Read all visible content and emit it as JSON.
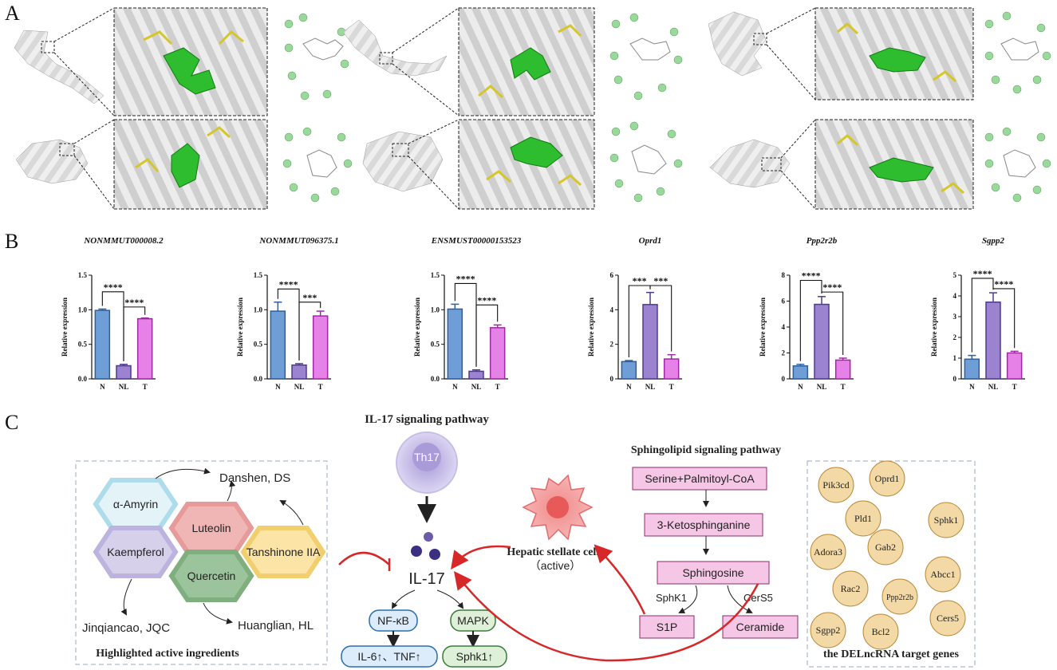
{
  "panels": {
    "a": "A",
    "b": "B",
    "c": "C"
  },
  "colors": {
    "N": "#6f9ed6",
    "NL": "#9b83cf",
    "T": "#e681e8",
    "arrow_red": "#d62828"
  },
  "chart_data": [
    {
      "type": "bar",
      "title": "NONMMUT000008.2",
      "ylabel": "Relative expression",
      "categories": [
        "N",
        "NL",
        "T"
      ],
      "values": [
        0.99,
        0.19,
        0.87
      ],
      "errors": [
        0.02,
        0.02,
        0.01
      ],
      "ylim": [
        0,
        1.5
      ],
      "yticks": [
        0.0,
        0.5,
        1.0,
        1.5
      ],
      "ytick_labels": [
        "0.0",
        "0.5",
        "1.0",
        "1.5"
      ],
      "sig": [
        {
          "from": 0,
          "to": 1,
          "label": "****",
          "level": 1.26
        },
        {
          "from": 1,
          "to": 2,
          "label": "****",
          "level": 1.04
        }
      ]
    },
    {
      "type": "bar",
      "title": "NONMMUT096375.1",
      "ylabel": "Relative expression",
      "categories": [
        "N",
        "NL",
        "T"
      ],
      "values": [
        0.98,
        0.2,
        0.91
      ],
      "errors": [
        0.13,
        0.02,
        0.07
      ],
      "ylim": [
        0,
        1.5
      ],
      "yticks": [
        0.0,
        0.5,
        1.0,
        1.5
      ],
      "ytick_labels": [
        "0.0",
        "0.5",
        "1.0",
        "1.5"
      ],
      "sig": [
        {
          "from": 0,
          "to": 1,
          "label": "****",
          "level": 1.3
        },
        {
          "from": 1,
          "to": 2,
          "label": "***",
          "level": 1.11
        }
      ]
    },
    {
      "type": "bar",
      "title": "ENSMUST00000153523",
      "ylabel": "Relative expression",
      "categories": [
        "N",
        "NL",
        "T"
      ],
      "values": [
        1.01,
        0.11,
        0.74
      ],
      "errors": [
        0.07,
        0.02,
        0.04
      ],
      "ylim": [
        0,
        1.5
      ],
      "yticks": [
        0.0,
        0.5,
        1.0,
        1.5
      ],
      "ytick_labels": [
        "0.0",
        "0.5",
        "1.0",
        "1.5"
      ],
      "sig": [
        {
          "from": 0,
          "to": 1,
          "label": "****",
          "level": 1.38
        },
        {
          "from": 1,
          "to": 2,
          "label": "****",
          "level": 1.07
        }
      ]
    },
    {
      "type": "bar",
      "title": "Oprd1",
      "ylabel": "Relative expression",
      "categories": [
        "N",
        "NL",
        "T"
      ],
      "values": [
        1.0,
        4.3,
        1.15
      ],
      "errors": [
        0.06,
        0.7,
        0.25
      ],
      "ylim": [
        0,
        6
      ],
      "yticks": [
        0,
        2,
        4,
        6
      ],
      "ytick_labels": [
        "0",
        "2",
        "4",
        "6"
      ],
      "sig": [
        {
          "from": 0,
          "to": 1,
          "label": "***",
          "level": 5.4
        },
        {
          "from": 1,
          "to": 2,
          "label": "***",
          "level": 5.4
        }
      ]
    },
    {
      "type": "bar",
      "title": "Ppp2r2b",
      "ylabel": "Relative expression",
      "categories": [
        "N",
        "NL",
        "T"
      ],
      "values": [
        1.0,
        5.75,
        1.45
      ],
      "errors": [
        0.12,
        0.6,
        0.15
      ],
      "ylim": [
        0,
        8
      ],
      "yticks": [
        0,
        2,
        4,
        6,
        8
      ],
      "ytick_labels": [
        "0",
        "2",
        "4",
        "6",
        "8"
      ],
      "sig": [
        {
          "from": 0,
          "to": 1,
          "label": "****",
          "level": 7.6
        },
        {
          "from": 1,
          "to": 2,
          "label": "****",
          "level": 6.7
        }
      ]
    },
    {
      "type": "bar",
      "title": "Sgpp2",
      "ylabel": "Relative expression",
      "categories": [
        "N",
        "NL",
        "T"
      ],
      "values": [
        0.95,
        3.7,
        1.25
      ],
      "errors": [
        0.18,
        0.45,
        0.08
      ],
      "ylim": [
        0,
        5
      ],
      "yticks": [
        0,
        1,
        2,
        3,
        4,
        5
      ],
      "ytick_labels": [
        "0",
        "1",
        "2",
        "3",
        "4",
        "5"
      ],
      "sig": [
        {
          "from": 0,
          "to": 1,
          "label": "****",
          "level": 4.85
        },
        {
          "from": 1,
          "to": 2,
          "label": "****",
          "level": 4.35
        }
      ]
    }
  ],
  "diagram": {
    "il17_title": "IL-17 signaling pathway",
    "th17": "Th17",
    "il17": "IL-17",
    "nfkb": "NF-κB",
    "mapk": "MAPK",
    "il6_tnf": "IL-6↑、TNF↑",
    "sphk1_up": "Sphk1↑",
    "hsc": "Hepatic stellate cells",
    "hsc_active": "（active）",
    "sphingo_title": "Sphingolipid signaling pathway",
    "sph_steps": [
      "Serine+Palmitoyl-CoA",
      "3-Ketosphinganine",
      "Sphingosine"
    ],
    "sphk1": "SphK1",
    "cers5": "CerS5",
    "s1p": "S1P",
    "ceramide": "Ceramide",
    "herbs": [
      "Danshen, DS",
      "Jinqiancao, JQC",
      "Huanglian, HL"
    ],
    "ingredients": [
      "α-Amyrin",
      "Luteolin",
      "Kaempferol",
      "Tanshinone IIA",
      "Quercetin"
    ],
    "ingredients_caption": "Highlighted active ingredients",
    "genes": [
      "Pik3cd",
      "Oprd1",
      "Pld1",
      "Sphk1",
      "Adora3",
      "Gab2",
      "Abcc1",
      "Rac2",
      "Ppp2r2b",
      "Sgpp2",
      "Bcl2",
      "Cers5"
    ],
    "genes_caption": "the DELncRNA target genes"
  }
}
